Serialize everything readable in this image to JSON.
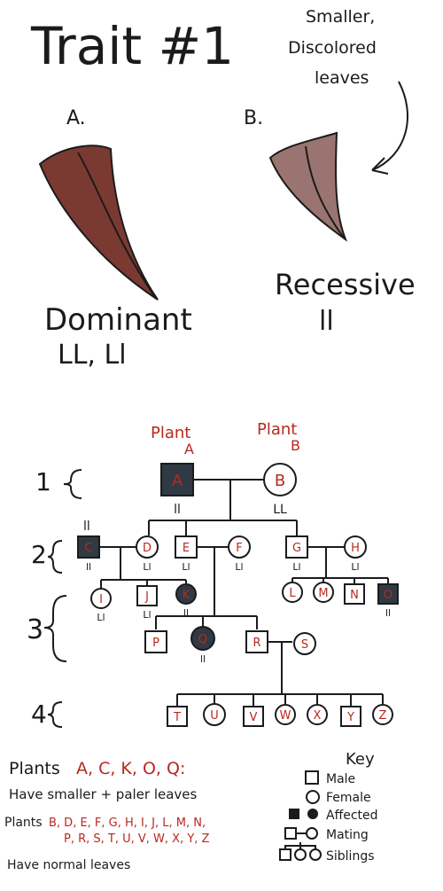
{
  "title": "Trait #1",
  "callout": [
    "Smaller,",
    "Discolored",
    "leaves"
  ],
  "leaf_a_label": "A.",
  "leaf_b_label": "B.",
  "dominant_label": "Dominant",
  "dominant_genotypes": "LL, Ll",
  "recessive_label": "Recessive",
  "recessive_genotype": "ll",
  "plant_a_caption": [
    "Plant",
    "A"
  ],
  "plant_b_caption": [
    "Plant",
    "B"
  ],
  "generations": [
    "1",
    "2",
    "3",
    "4"
  ],
  "nodes": [
    {
      "id": "A",
      "genotype": "ll",
      "shape": "square",
      "affected": true
    },
    {
      "id": "B",
      "genotype": "LL",
      "shape": "circle",
      "affected": false
    },
    {
      "id": "C",
      "genotype": "ll",
      "shape": "square",
      "affected": true
    },
    {
      "id": "D",
      "genotype": "Ll",
      "shape": "circle",
      "affected": false
    },
    {
      "id": "E",
      "genotype": "Ll",
      "shape": "square",
      "affected": false
    },
    {
      "id": "F",
      "genotype": "Ll",
      "shape": "circle",
      "affected": false
    },
    {
      "id": "G",
      "genotype": "Ll",
      "shape": "square",
      "affected": false
    },
    {
      "id": "H",
      "genotype": "Ll",
      "shape": "circle",
      "affected": false
    },
    {
      "id": "I",
      "genotype": "Ll",
      "shape": "circle",
      "affected": false
    },
    {
      "id": "J",
      "genotype": "Ll",
      "shape": "square",
      "affected": false
    },
    {
      "id": "K",
      "genotype": "ll",
      "shape": "circle",
      "affected": true
    },
    {
      "id": "L",
      "genotype": "",
      "shape": "circle",
      "affected": false
    },
    {
      "id": "M",
      "genotype": "",
      "shape": "circle",
      "affected": false
    },
    {
      "id": "N",
      "genotype": "",
      "shape": "square",
      "affected": false
    },
    {
      "id": "O",
      "genotype": "ll",
      "shape": "square",
      "affected": true
    },
    {
      "id": "P",
      "genotype": "",
      "shape": "square",
      "affected": false
    },
    {
      "id": "Q",
      "genotype": "ll",
      "shape": "circle",
      "affected": true
    },
    {
      "id": "R",
      "genotype": "",
      "shape": "square",
      "affected": false
    },
    {
      "id": "S",
      "genotype": "",
      "shape": "circle",
      "affected": false
    },
    {
      "id": "T",
      "genotype": "",
      "shape": "square",
      "affected": false
    },
    {
      "id": "U",
      "genotype": "",
      "shape": "circle",
      "affected": false
    },
    {
      "id": "V",
      "genotype": "",
      "shape": "square",
      "affected": false
    },
    {
      "id": "W",
      "genotype": "",
      "shape": "circle",
      "affected": false
    },
    {
      "id": "X",
      "genotype": "",
      "shape": "circle",
      "affected": false
    },
    {
      "id": "Y",
      "genotype": "",
      "shape": "square",
      "affected": false
    },
    {
      "id": "Z",
      "genotype": "",
      "shape": "circle",
      "affected": false
    }
  ],
  "extra_marks": {
    "C_above": "ll"
  },
  "plants_affected_prefix": "Plants",
  "plants_affected_list": "A, C, K, O, Q:",
  "plants_affected_desc": "Have smaller + paler leaves",
  "plants_normal_prefix": "Plants",
  "plants_normal_list": [
    "B, D, E, F, G, H, I, J, L, M, N,",
    "P, R, S, T, U, V, W, X, Y, Z"
  ],
  "plants_normal_desc": "Have normal leaves",
  "key": {
    "title": "Key",
    "items": [
      "Male",
      "Female",
      "Affected",
      "Mating",
      "Siblings"
    ]
  },
  "colors": {
    "ink": "#1b1b1b",
    "red": "#b8281e",
    "affected": "#2f3a44",
    "leaf_a": "#7a3a32",
    "leaf_b": "#9a7470"
  }
}
